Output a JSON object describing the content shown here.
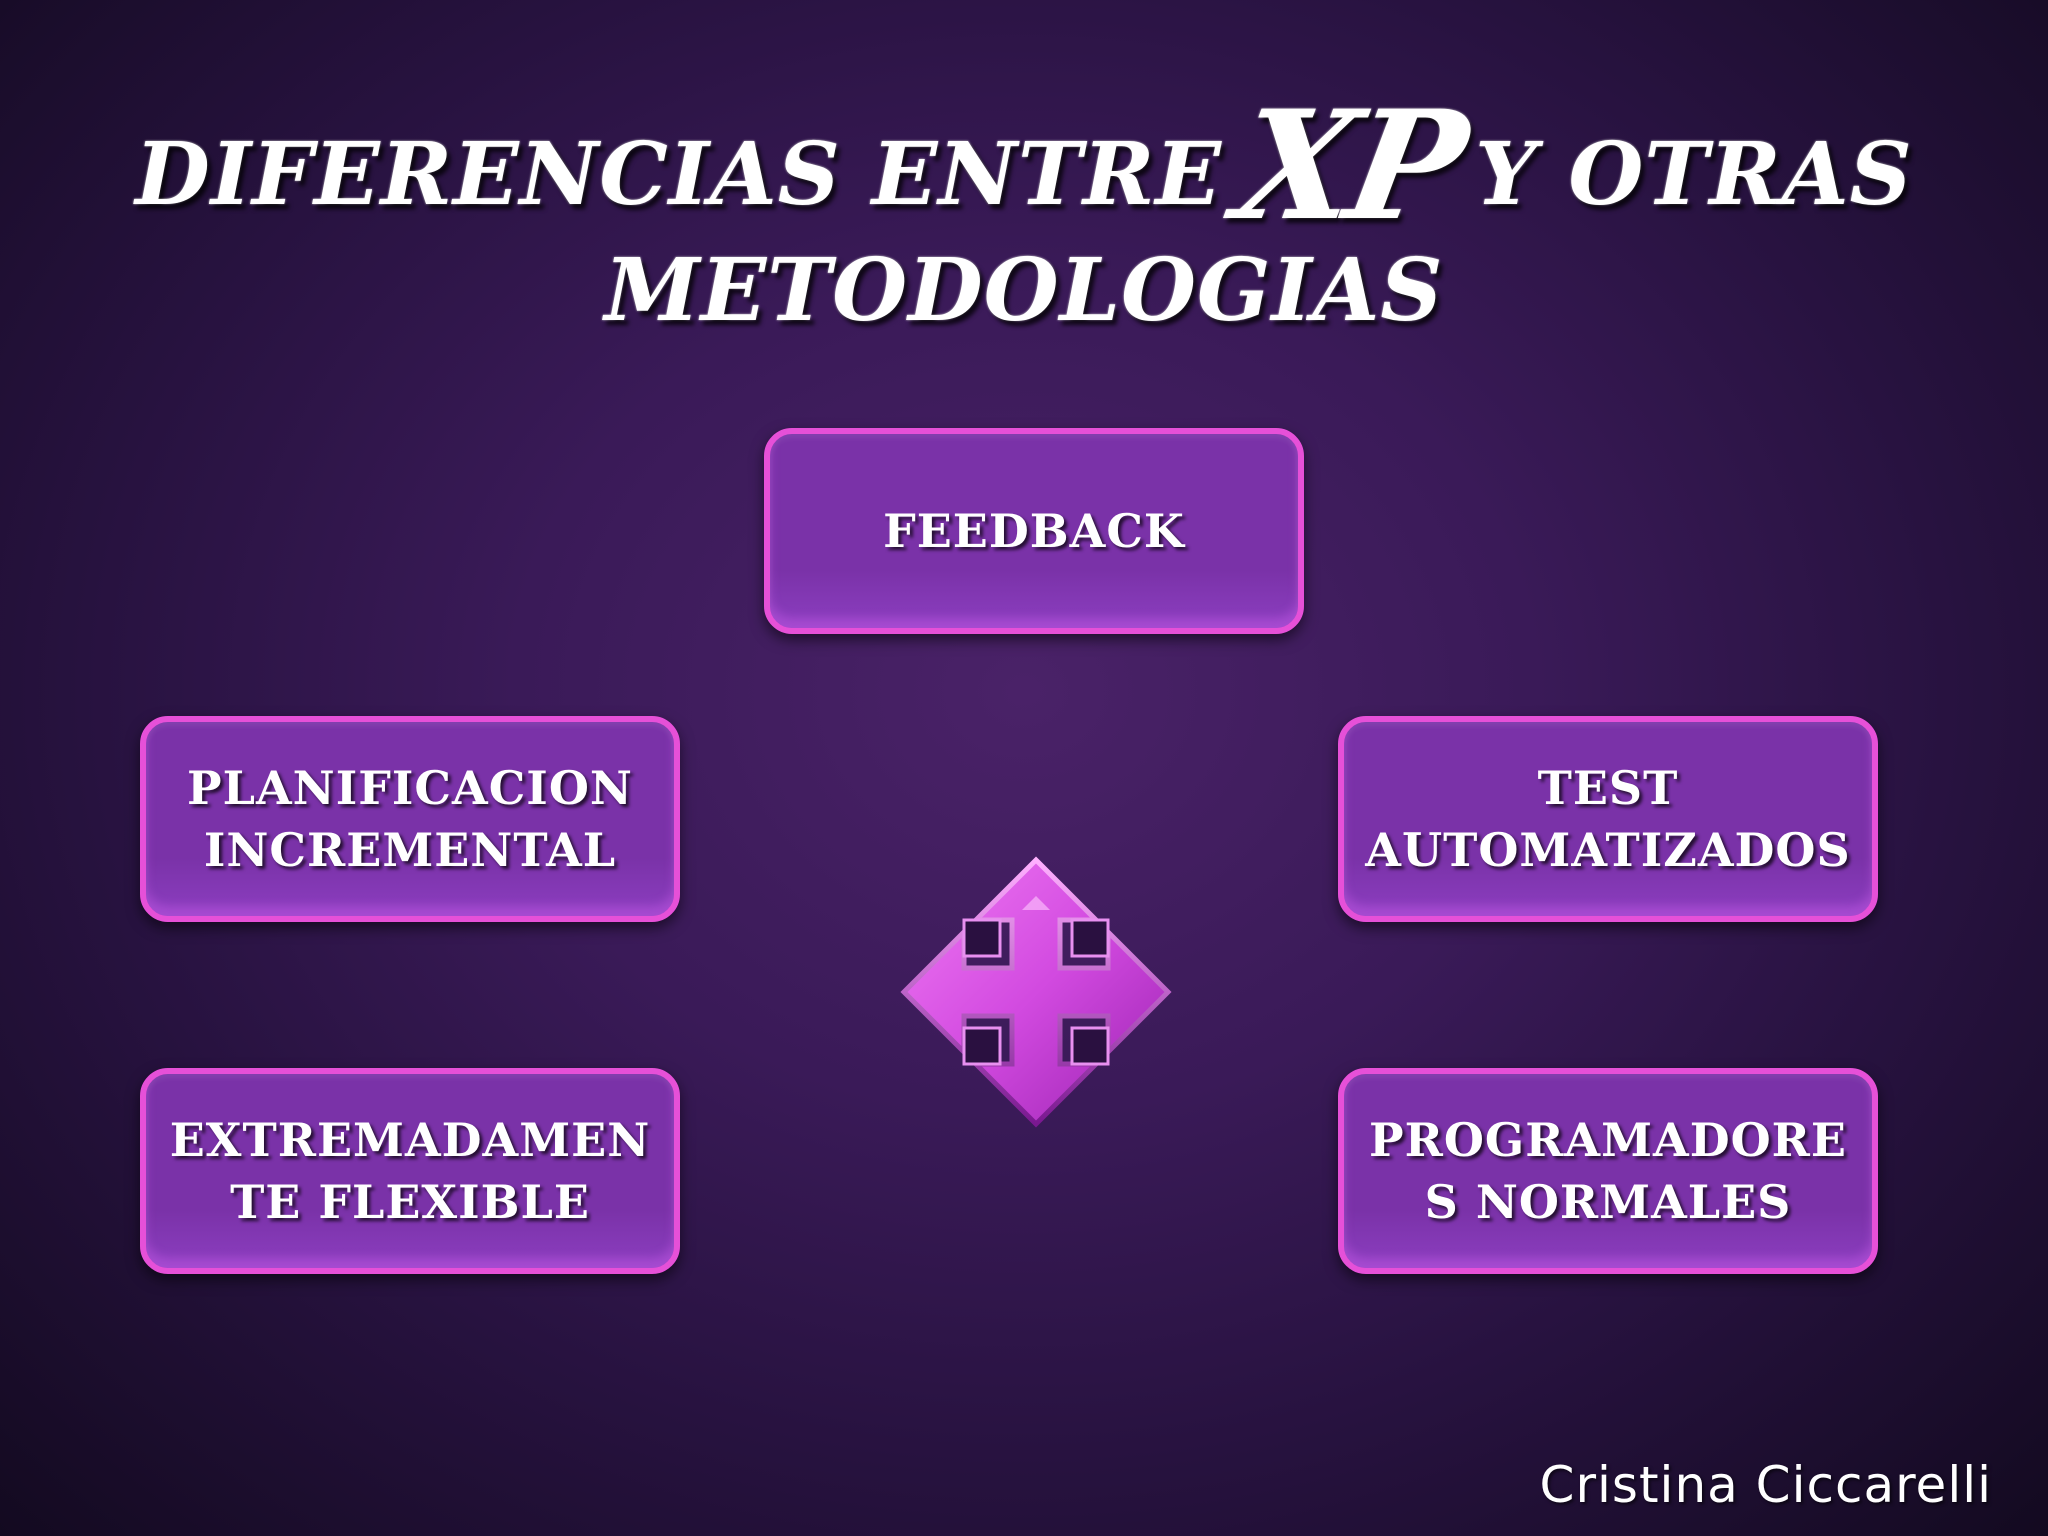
{
  "title": {
    "part1": "DIFERENCIAS ENTRE",
    "emphasis": "XP",
    "part2": "Y OTRAS",
    "line2": "METODOLOGIAS"
  },
  "boxes": {
    "top": "FEEDBACK",
    "left_upper": "PLANIFICACION\nINCREMENTAL",
    "right_upper": "TEST\nAUTOMATIZADOS",
    "left_lower": "EXTREMADAMEN\nTE FLEXIBLE",
    "right_lower": "PROGRAMADORE\nS NORMALES"
  },
  "center_icon": "four-way-arrow-icon",
  "signature": "Cristina Ciccarelli",
  "colors": {
    "box_fill": "#7a32a8",
    "box_border": "#e650d8",
    "arrow_fill": "#d24ae0",
    "background": "#3a1a58"
  }
}
